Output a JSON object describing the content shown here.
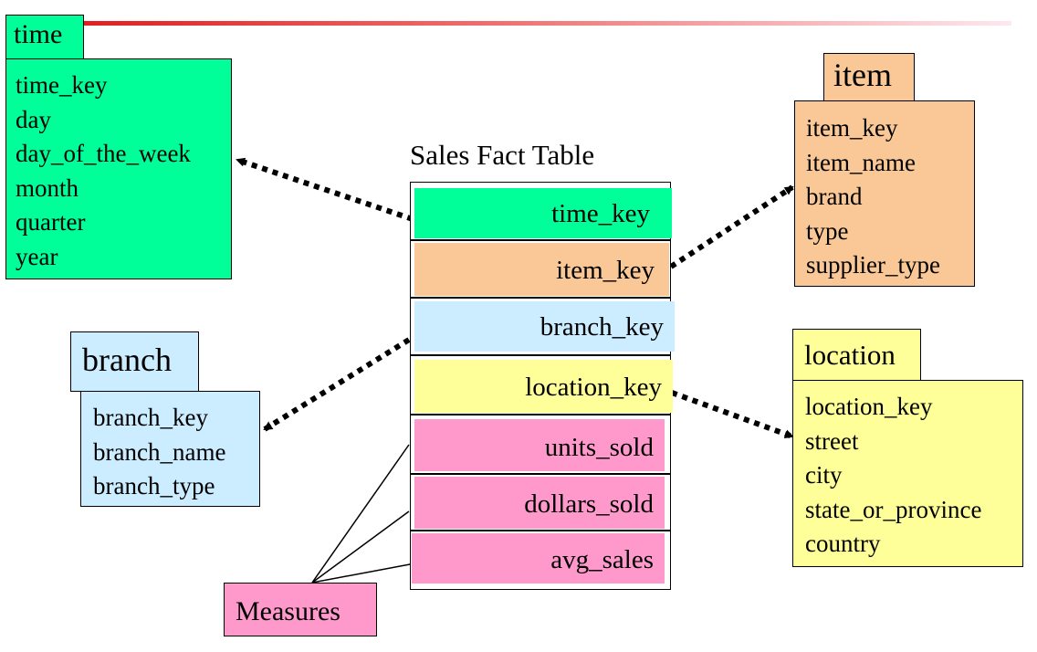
{
  "time": {
    "title": "time",
    "attributes": [
      "time_key",
      "day",
      "day_of_the_week",
      "month",
      "quarter",
      "year"
    ]
  },
  "item": {
    "title": "item",
    "attributes": [
      "item_key",
      "item_name",
      "brand",
      "type",
      "supplier_type"
    ]
  },
  "branch": {
    "title": "branch",
    "attributes": [
      "branch_key",
      "branch_name",
      "branch_type"
    ]
  },
  "location": {
    "title": "location",
    "attributes": [
      "location_key",
      "street",
      "city",
      "state_or_province",
      "country"
    ]
  },
  "fact": {
    "title": "Sales Fact Table",
    "keys": [
      "time_key",
      "item_key",
      "branch_key",
      "location_key"
    ],
    "measures": [
      "units_sold",
      "dollars_sold",
      "avg_sales"
    ]
  },
  "measures_label": "Measures",
  "colors": {
    "time": "#00ff99",
    "item": "#f9c896",
    "branch": "#ccecff",
    "location": "#ffff99",
    "measure": "#ff99cc",
    "header_line": "#e02020"
  }
}
